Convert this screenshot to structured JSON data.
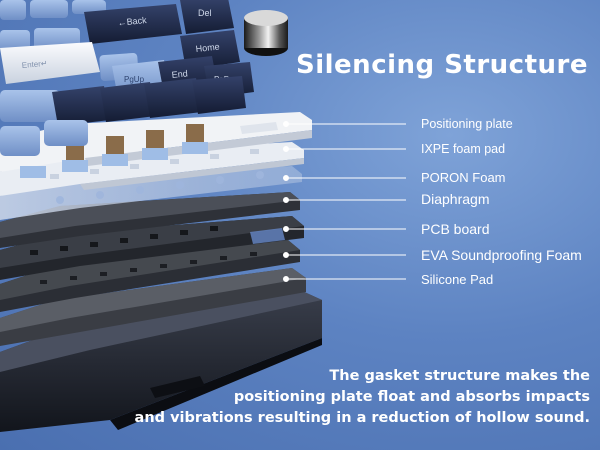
{
  "title": "Silencing Structure",
  "layers": [
    {
      "name": "positioning-plate",
      "label": "Positioning plate"
    },
    {
      "name": "ixpe-foam-pad",
      "label": "IXPE foam pad"
    },
    {
      "name": "poron-foam",
      "label": "PORON Foam"
    },
    {
      "name": "diaphragm",
      "label": "Diaphragm"
    },
    {
      "name": "pcb-board",
      "label": "PCB board"
    },
    {
      "name": "eva-soundproofing-foam",
      "label": "EVA Soundproofing Foam"
    },
    {
      "name": "silicone-pad",
      "label": "Silicone Pad"
    }
  ],
  "description": [
    "The gasket structure makes the",
    "positioning plate float and absorbs impacts",
    "and vibrations resulting in a reduction of hollow sound."
  ],
  "keycaps": {
    "back": "←Back",
    "del": "Del",
    "home": "Home",
    "enter": "Enter↵",
    "end": "End",
    "pgup": "PgUp",
    "pgdn": "PgDn"
  },
  "colors": {
    "background": "#5d83c2",
    "keycap_navy": "#1e2a4a",
    "keycap_blue": "#8eaede",
    "keycap_white": "#e8ecf2",
    "plate_white": "#eef0f3",
    "board_black": "#2a2d33",
    "text": "#ffffff"
  }
}
